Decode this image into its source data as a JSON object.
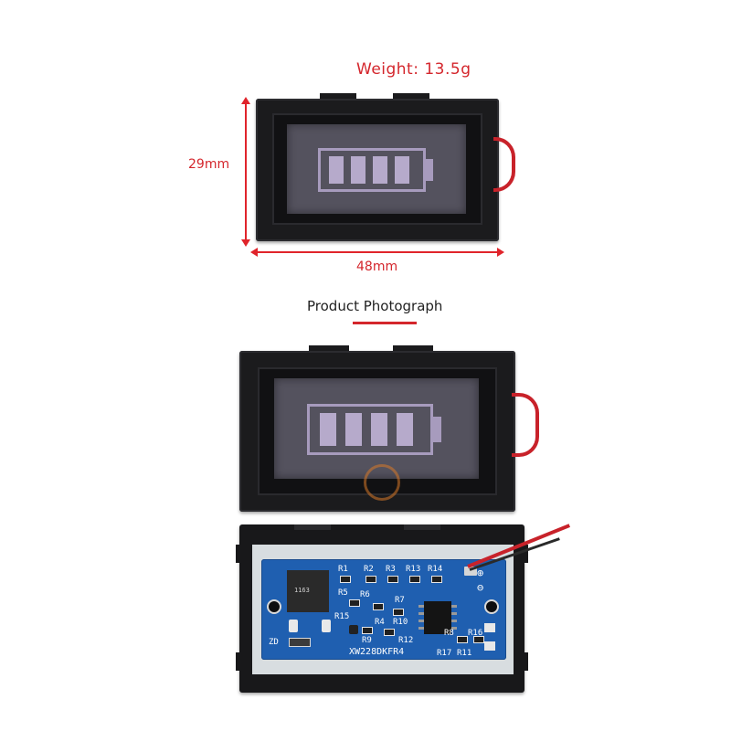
{
  "labels": {
    "weight": "Weight: 13.5g",
    "height": "29mm",
    "width": "48mm",
    "section_title": "Product Photograph"
  },
  "pcb": {
    "model": "XW228DKFR4",
    "refs": [
      "R1",
      "R2",
      "R3",
      "R13",
      "R14",
      "R5",
      "R6",
      "R7",
      "R8",
      "R9",
      "R10",
      "R12",
      "R17",
      "R11",
      "ZD",
      "R4",
      "R15",
      "R16"
    ],
    "plus_mark": "⊕",
    "minus_mark": "⊖"
  },
  "colors": {
    "accent_red": "#d4262c",
    "dimension_red": "#e0242b",
    "pcb_blue": "#1f5fb0",
    "lcd_purple": "#54525e",
    "segment_lavender": "#b6aacb"
  }
}
